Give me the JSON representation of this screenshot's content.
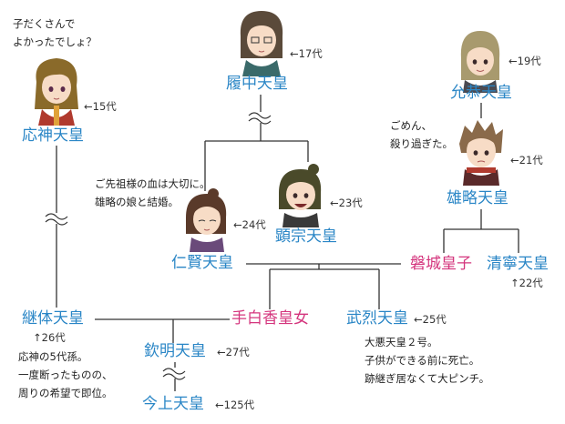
{
  "colors": {
    "emperor": "#2a86c6",
    "princess": "#d4357d",
    "line": "#333333"
  },
  "people": {
    "ojin": {
      "name": "応神天皇",
      "gen": "←15代",
      "quote": "子だくさんで\nよかったでしょ？"
    },
    "richu": {
      "name": "履中天皇",
      "gen": "←17代"
    },
    "ingyo": {
      "name": "允恭天皇",
      "gen": "←19代"
    },
    "yuryaku": {
      "name": "雄略天皇",
      "gen": "←21代",
      "quote": "ごめん、\n殺り過ぎた。"
    },
    "kenzo": {
      "name": "顕宗天皇",
      "gen": "←23代",
      "quote": "ご先祖様の血は大切に。\n雄略の娘と結婚。"
    },
    "ninken": {
      "name": "仁賢天皇",
      "gen": "←24代"
    },
    "kasuga": {
      "name": "磐城皇子"
    },
    "seinei": {
      "name": "清寧天皇",
      "gen": "↑22代"
    },
    "keitai": {
      "name": "継体天皇",
      "gen": "↑26代",
      "note": "応神の5代孫。\n一度断ったものの、\n周りの希望で即位。"
    },
    "tashiraka": {
      "name": "手白香皇女"
    },
    "buretsu": {
      "name": "武烈天皇",
      "gen": "←25代",
      "note": "大悪天皇２号。\n子供ができる前に死亡。\n跡継ぎ居なくて大ピンチ。"
    },
    "kinmei": {
      "name": "欽明天皇",
      "gen": "←27代"
    },
    "kinjo": {
      "name": "今上天皇",
      "gen": "←125代"
    }
  }
}
